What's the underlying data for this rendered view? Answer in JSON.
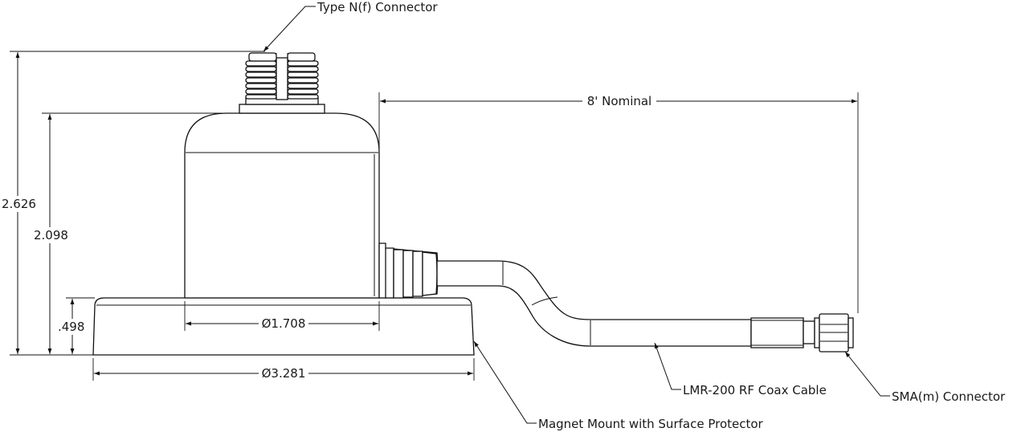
{
  "callouts": {
    "type_n": "Type N(f) Connector",
    "cable_length": "8' Nominal",
    "cable": "LMR-200 RF Coax Cable",
    "sma": "SMA(m) Connector",
    "mount": "Magnet Mount with Surface Protector"
  },
  "dimensions": {
    "overall_height": "2.626",
    "body_height": "2.098",
    "base_height": ".498",
    "body_diameter": "Ø1.708",
    "base_diameter": "Ø3.281"
  }
}
